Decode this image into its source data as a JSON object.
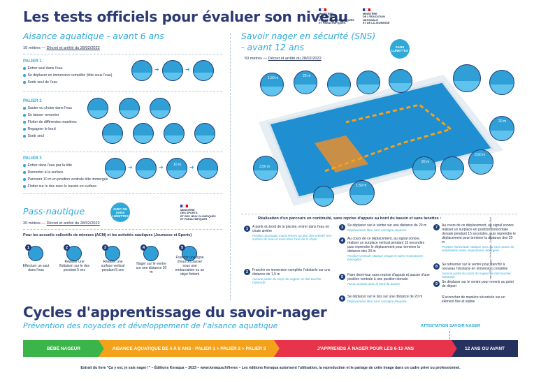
{
  "title": "Les tests officiels pour évaluer son niveau",
  "gov_top": [
    "MINISTÈRE",
    "DES SPORTS",
    "ET DES JEUX OLYMPIQUES",
    "ET PARALYMPIQUES"
  ],
  "gov_top2": [
    "MINISTÈRE",
    "DE L'ÉDUCATION",
    "NATIONALE",
    "ET DE LA JEUNESSE"
  ],
  "aisance": {
    "title": "Aisance aquatique - avant 6 ans",
    "legal_distance": "10 mètres",
    "legal_decree": "Décret et arrêté du 28/02/2022",
    "paliers": [
      {
        "label": "PALIER 1",
        "items": [
          "Entrer seul dans l'eau",
          "Se déplacer en immersion complète (tête sous l'eau)",
          "Sortir seul de l'eau"
        ]
      },
      {
        "label": "PALIER 2",
        "items": [
          "Sauter ou chuter dans l'eau",
          "Se laisser remonter",
          "Flotter de différentes manières",
          "Regagner le bord",
          "Sortir seul"
        ]
      },
      {
        "label": "PALIER 3",
        "items": [
          "Entrer dans l'eau par la tête",
          "Remonter à la surface",
          "Parcourir 10 m en position ventrale tête immergée",
          "Flotter sur le dos avec le bassin en surface"
        ]
      }
    ],
    "palier3_dist": "10 m"
  },
  "pass": {
    "title": "Pass-nautique",
    "badge": "AVEC OU SANS LUNETTES",
    "legal_distance": "20 mètres",
    "legal_decree": "Décret et arrêté du 28/02/2022",
    "gov": [
      "MINISTÈRE",
      "DES SPORTS",
      "ET DES JEUX OLYMPIQUES",
      "ET PARALYMPIQUES"
    ],
    "intro": "Pour les accueils collectifs de mineurs (ACM) et les activités nautiques (Jeunesse et Sports)",
    "steps": [
      {
        "n": "1",
        "text": "Effectuer un saut dans l'eau"
      },
      {
        "n": "2",
        "text": "Réaliser une flottaison sur le dos pendant 5 sec"
      },
      {
        "n": "3",
        "text": "Réaliser une surface vertical pendant 5 sec"
      },
      {
        "n": "4",
        "text": "Nager sur le ventre sur une distance 20 m"
      },
      {
        "n": "5",
        "text": "Franchir une ligne d'eau ou passer sous une embarcation ou un objet flottant"
      }
    ]
  },
  "sns": {
    "title_line1": "Savoir nager en sécurité (SNS)",
    "title_line2": "- avant 12 ans",
    "badge": "SANS LUNETTES",
    "legal_distance": "50 mètres",
    "legal_decree": "Décret et arrêté du 28/02/2022",
    "pool_labels": {
      "d1": "1,50 m",
      "d2": "20 m",
      "d3": "3,50 m",
      "d4": "20 m",
      "d5": "3,50 m",
      "d6": "20 m",
      "d7": "1,50 m"
    },
    "intro": "Réalisation d'un parcours en continuité, sans reprise d'appuis au bord du bassin et sans lunettes :",
    "steps": [
      {
        "n": "1",
        "text": "A partir du bord de la piscine, entrer dans l'eau en chute arrière",
        "note": "Position accroupie mains fesses au dos, dos orienté vers surface de l'eau et main dans l'axe de la chute"
      },
      {
        "n": "2",
        "text": "Franchir en immersion complète l'obstacle sur une distance de 1,5 m",
        "note": "Aucune partie du corps du nageur ne doit toucher l'obstacle"
      },
      {
        "n": "3",
        "text": "Se déplacer sur le ventre sur une distance de 20 m",
        "note": "Déplacement libre sans consigne imposée"
      },
      {
        "n": "4",
        "text": "Au cours de ce déplacement, au signal sonore, réaliser un surplace vertical pendant 15 secondes puis reprendre le déplacement pour terminer la distance des 20 m",
        "note": "Position verticale statique visage et voies respiratoires émergées"
      },
      {
        "n": "5",
        "text": "Faire demi-tour sans reprise d'appuis et passer d'une position ventrale à une position dorsale",
        "note": "Aucun contact avec le bord du bassin"
      },
      {
        "n": "6",
        "text": "Se déplacer sur le dos sur une distance de 20 m",
        "note": "Déplacement libre sans consigne imposée"
      },
      {
        "n": "7",
        "text": "Au cours de ce déplacement, au signal sonore réaliser un surplace en position horizontale dorsale pendant 15 secondes, puis reprendre le déplacement pour terminer la distance des 20 m",
        "note": "Position horizontale statique avec ou sans action de stabilisation voies respiratoires émergées"
      },
      {
        "n": "8",
        "text": "Se retourner sur le ventre pour franchir à nouveau l'obstacle en immersion complète",
        "note": "Aucune partie du corps du nageur ne doit toucher l'obstacle"
      },
      {
        "n": "9",
        "text": "Se déplacer sur le ventre pour revenir au point de départ",
        "note": ""
      }
    ],
    "closing": "S'accrocher de manière sécurisée sur un élément fixe et stable"
  },
  "credit": "mars 2022 – Design : Kevin Pagès – Illustration : Armand Sikal",
  "cycles": {
    "title": "Cycles d'apprentissage du savoir-nager",
    "subtitle": "Prévention des noyades et développement de l'aisance aquatique",
    "attestation": "ATTESTATION SAVOIR NAGER",
    "bar": [
      {
        "label": "BÉBÉ NAGEUR",
        "color": "#3bb54a"
      },
      {
        "label": "AISANCE AQUATIQUE DE 4 À 6 ANS - PALIER 1 > PALIER 2 > PALIER 3",
        "color": "#f4a11c"
      },
      {
        "label": "J'APPRENDS À NAGER POUR LES 6-12 ANS",
        "color": "#e7344b"
      },
      {
        "label": "12 ANS OU AVANT",
        "color": "#25325f"
      }
    ]
  },
  "footer": "Extrait du livre \"Ça y est, je sais nager !\" – Éditions Keraqua – 2023 – www.keraqua.fr/livres – Les éditions Keraqua autorisent l'utilisation, la reproduction et le partage de cette image dans un cadre privé ou professionnel.",
  "colors": {
    "navy": "#2b3a73",
    "accent": "#2fa9d8",
    "water": "#2f9fd6",
    "pool": "#1f8fd1",
    "plank": "#c98f47"
  }
}
